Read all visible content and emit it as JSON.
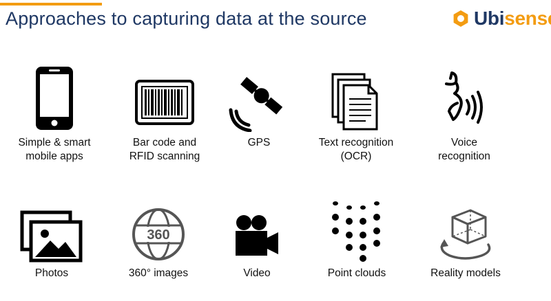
{
  "slide": {
    "title": "Approaches to capturing data at the source",
    "accent_color": "#f39c12",
    "title_color": "#1f3864"
  },
  "logo": {
    "text_main": "Ubi",
    "text_accent": "sense",
    "icon": "ubisense-logo-icon"
  },
  "items": [
    {
      "label": "Simple & smart\nmobile apps",
      "icon": "smartphone-icon"
    },
    {
      "label": "Bar code and\nRFID scanning",
      "icon": "barcode-icon"
    },
    {
      "label": "GPS",
      "icon": "satellite-icon"
    },
    {
      "label": "Text recognition\n(OCR)",
      "icon": "documents-icon"
    },
    {
      "label": "Voice\nrecognition",
      "icon": "voice-icon"
    },
    {
      "label": "Photos",
      "icon": "photos-icon"
    },
    {
      "label": "360° images",
      "icon": "globe-360-icon"
    },
    {
      "label": "Video",
      "icon": "video-camera-icon"
    },
    {
      "label": "Point clouds",
      "icon": "point-cloud-icon"
    },
    {
      "label": "Reality models",
      "icon": "cube-rotate-icon"
    }
  ],
  "icon_360_text": "360"
}
